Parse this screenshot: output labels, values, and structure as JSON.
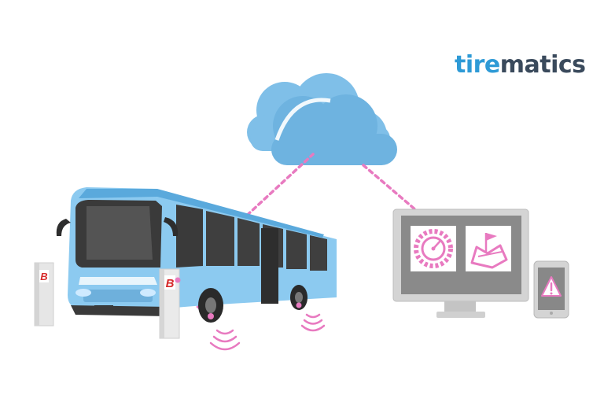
{
  "brand": {
    "logo_prefix": "tire",
    "logo_suffix": "matics",
    "pillar_mark": "B"
  },
  "colors": {
    "brand_blue": "#2e9ad6",
    "brand_dark": "#3a4a5c",
    "cloud": "#7fbfe8",
    "bus_body": "#8ccaf0",
    "signal_pink": "#e87ac0",
    "monitor_frame": "#c8c8c8"
  },
  "icons": {
    "cloud": "cloud-icon",
    "gauge": "tire-pressure-gauge-icon",
    "map": "map-flag-icon",
    "alert": "warning-triangle-icon",
    "pillar_logo": "bridgestone-b-icon"
  }
}
